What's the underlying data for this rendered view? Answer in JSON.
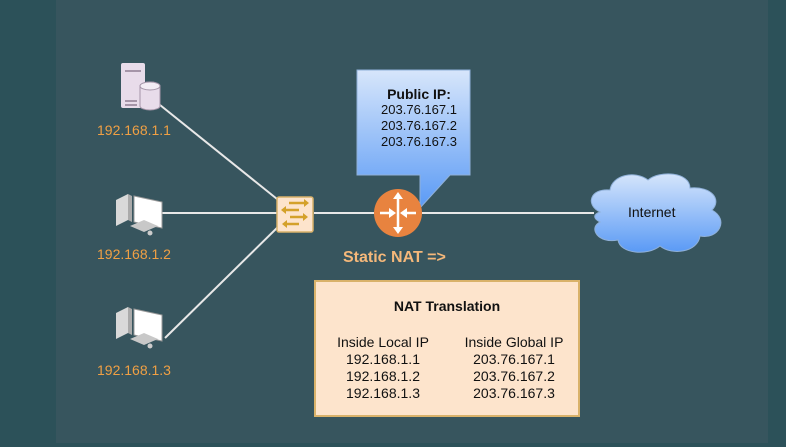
{
  "hosts": [
    {
      "type": "server",
      "icon": "server-database-icon",
      "ip": "192.168.1.1"
    },
    {
      "type": "pc",
      "icon": "desktop-pc-icon",
      "ip": "192.168.1.2"
    },
    {
      "type": "pc",
      "icon": "desktop-pc-icon",
      "ip": "192.168.1.3"
    }
  ],
  "switch": {
    "icon": "switch-icon"
  },
  "router": {
    "icon": "router-icon",
    "label": "Static NAT =>"
  },
  "callout": {
    "title": "Public IP:",
    "ips": [
      "203.76.167.1",
      "203.76.167.2",
      "203.76.167.3"
    ]
  },
  "cloud": {
    "label": "Internet"
  },
  "nat_table": {
    "title": "NAT Translation",
    "headers": [
      "Inside Local IP",
      "Inside Global IP"
    ],
    "rows": [
      [
        "192.168.1.1",
        "203.76.167.1"
      ],
      [
        "192.168.1.2",
        "203.76.167.2"
      ],
      [
        "192.168.1.3",
        "203.76.167.3"
      ]
    ]
  },
  "colors": {
    "background": "#37555e",
    "ip_label": "#f0a044",
    "router": "#e8833f",
    "switch_fill": "#fde4cc",
    "nat_box_fill": "#fde4cc",
    "link": "#e8e8e8"
  }
}
